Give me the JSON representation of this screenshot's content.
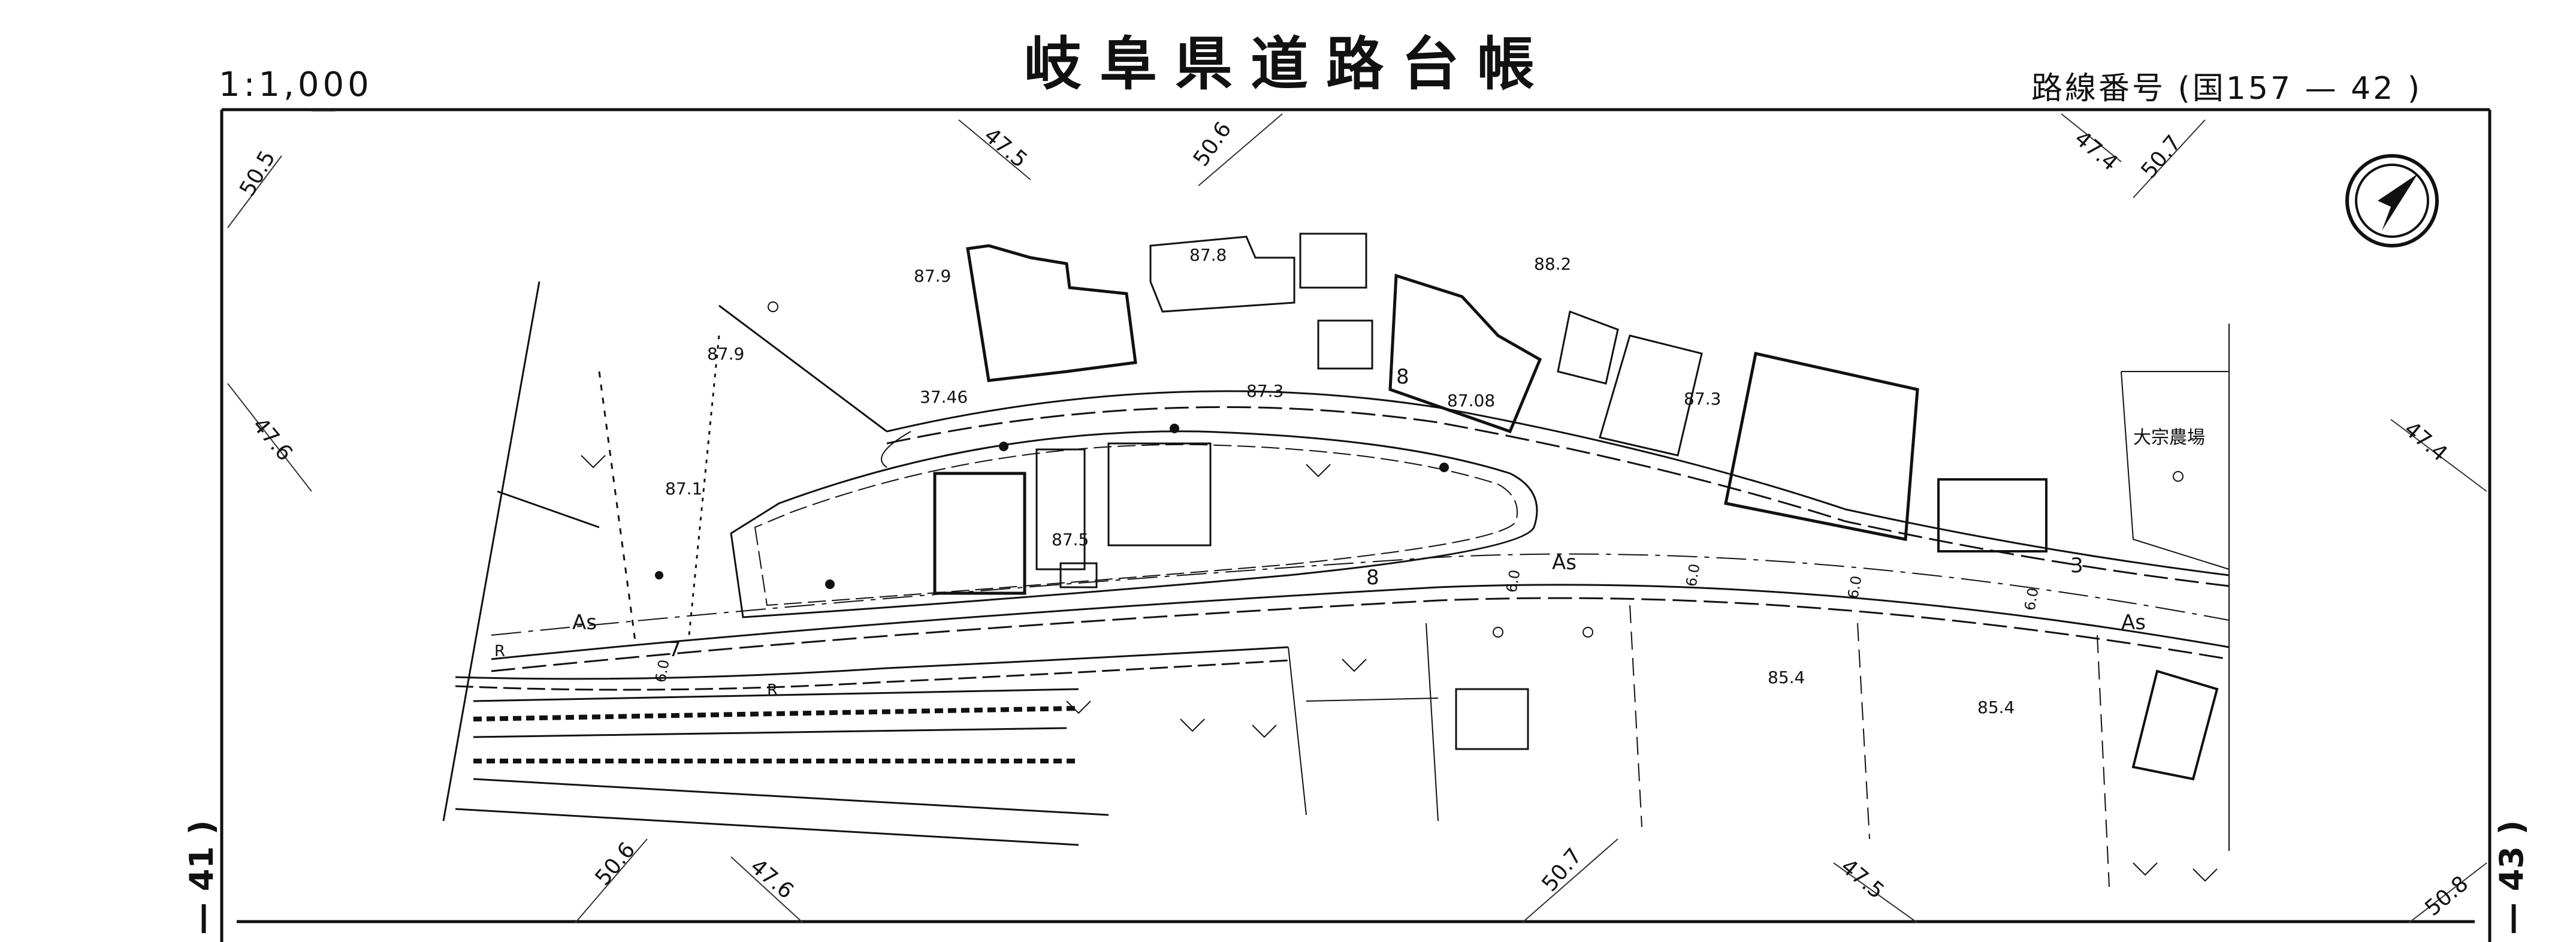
{
  "header": {
    "scale": "1:1,000",
    "title": "岐阜県道路台帳",
    "route_number": "路線番号 (国157 — 42 )"
  },
  "sheet_links": {
    "left": "— 41 )",
    "right": "— 43 )"
  },
  "map_labels": {
    "contours": {
      "c_505": "50.5",
      "c_475a": "47.5",
      "c_506a": "50.6",
      "c_474a": "47.4",
      "c_507a": "50.7",
      "c_476a": "47.6",
      "c_474b": "47.4",
      "c_506b": "50.6",
      "c_476b": "47.6",
      "c_507b": "50.7",
      "c_475b": "47.5",
      "c_508": "50.8"
    },
    "elevations": {
      "e_879a": "87.9",
      "e_878": "87.8",
      "e_882": "88.2",
      "e_879b": "87.9",
      "e_3746": "37.46",
      "e_873": "87.3",
      "e_8708": "87.08",
      "e_873b": "87.3",
      "e_871": "87.1",
      "e_875": "87.5",
      "e_854a": "85.4",
      "e_854b": "85.4"
    },
    "road": {
      "as_1": "As",
      "as_2": "As",
      "as_3": "As",
      "r_1": "R",
      "r_2": "R",
      "num_8a": "8",
      "num_8b": "8",
      "num_7": "7",
      "num_3": "3",
      "w_60a": "6.0",
      "w_60b": "6.0",
      "w_60c": "6.0",
      "w_60d": "6.0",
      "w_60e": "6.0"
    },
    "places": {
      "farm": "大宗農場"
    }
  }
}
